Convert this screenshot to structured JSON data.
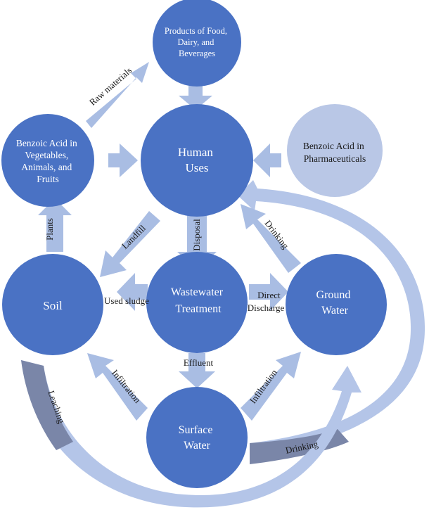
{
  "colors": {
    "node": "#4a72c4",
    "node_light": "#b9c7e6",
    "arrow": "#a9bde3",
    "curve_light": "#b4c5e8",
    "curve_dark": "#7a86a8"
  },
  "nodes": {
    "products": [
      "Products of Food,",
      "Dairy, and",
      "Beverages"
    ],
    "benzoic_natural": [
      "Benzoic Acid in",
      "Vegetables,",
      "Animals, and",
      "Fruits"
    ],
    "human_uses": [
      "Human",
      "Uses"
    ],
    "benzoic_pharma": [
      "Benzoic Acid in",
      "Pharmaceuticals"
    ],
    "soil": [
      "Soil"
    ],
    "wastewater": [
      "Wastewater",
      "Treatment"
    ],
    "ground_water": [
      "Ground",
      "Water"
    ],
    "surface_water": [
      "Surface",
      "Water"
    ]
  },
  "edges": {
    "raw_materials": "Raw materials",
    "landfill": "Landfill",
    "disposal": "Disposal",
    "drinking_ground": "Drinking",
    "plants": "Plants",
    "used_sludge": "Used sludge",
    "direct_discharge": [
      "Direct",
      "Discharge"
    ],
    "effluent": "Effluent",
    "infiltration_soil": "Infiltration",
    "infiltration_ground": "Infiltration",
    "leaching": "Leaching",
    "drinking_surface": "Drinking"
  }
}
